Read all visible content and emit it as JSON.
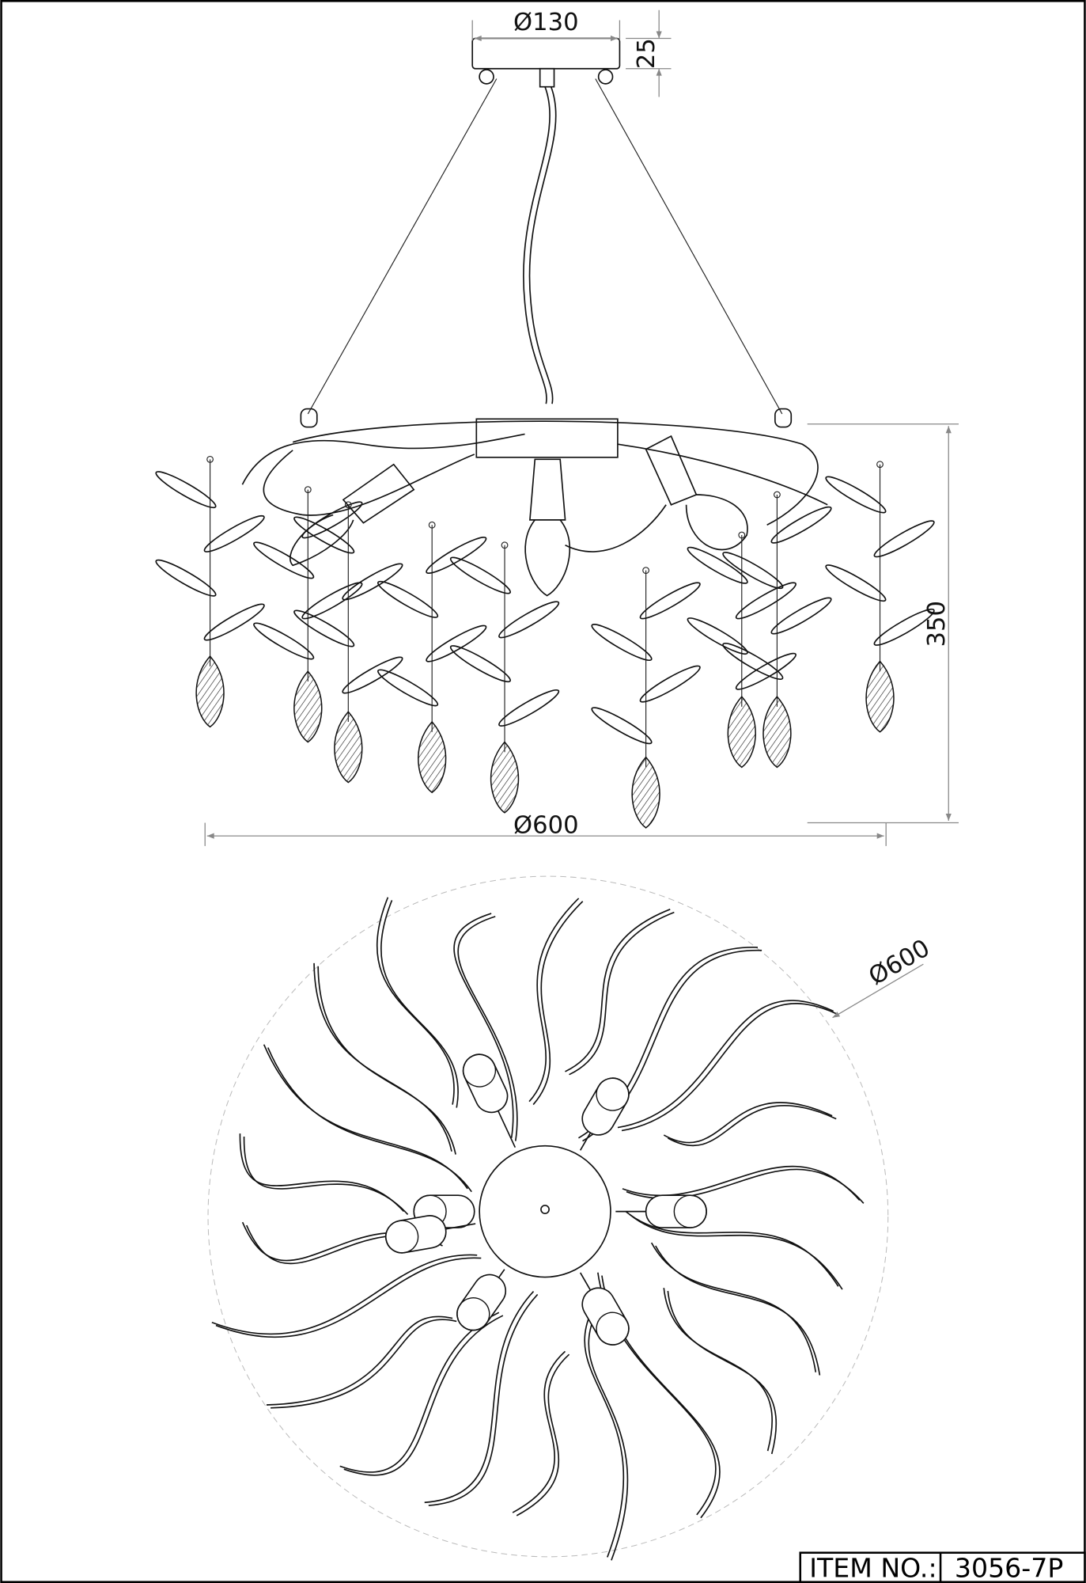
{
  "drawing": {
    "dimensions": {
      "canopy_diameter": "Ø130",
      "canopy_height": "25",
      "overall_height": "350",
      "overall_diameter": "Ø600",
      "top_view_diameter": "Ø600"
    },
    "title_block": {
      "item_label": "ITEM NO.:",
      "item_value": "3056-7P"
    }
  }
}
